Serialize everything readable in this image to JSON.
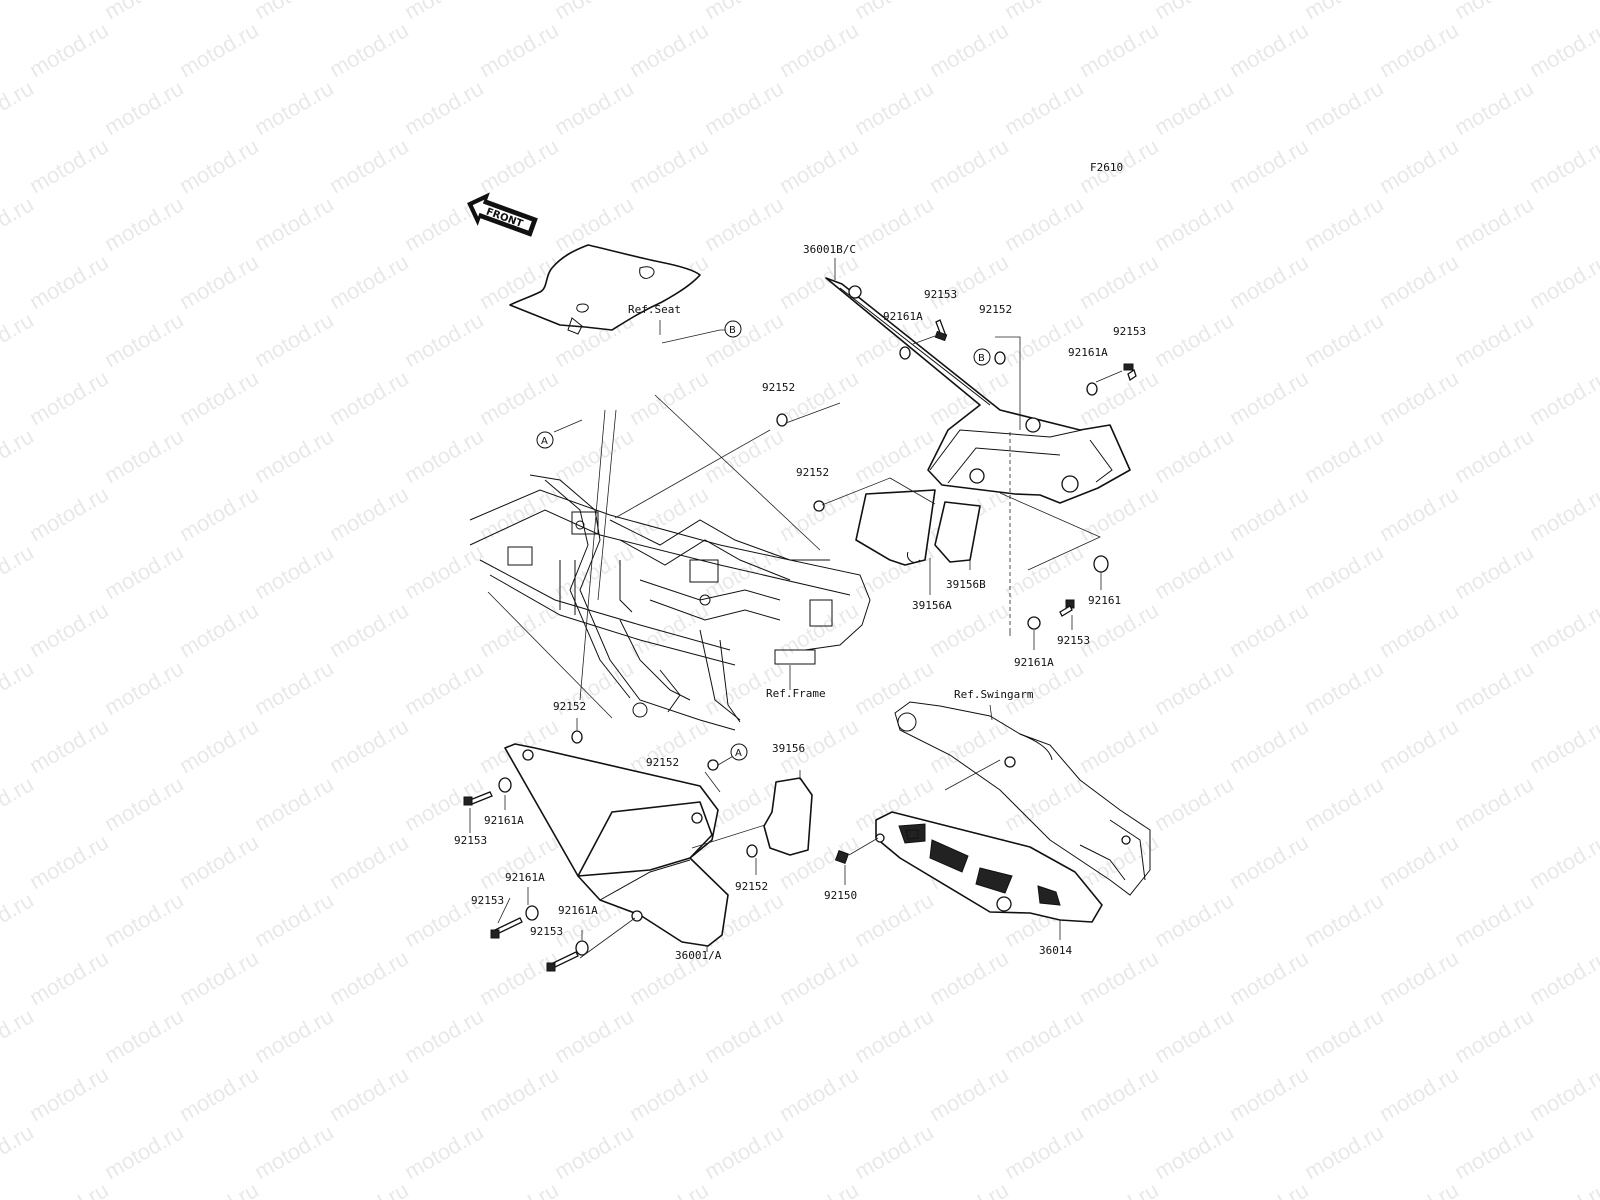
{
  "watermark": {
    "text": "motod.ru"
  },
  "figure_code": "F2610",
  "front_indicator": "FRONT",
  "reference_labels": {
    "seat": "Ref.Seat",
    "frame": "Ref.Frame",
    "swingarm": "Ref.Swingarm"
  },
  "ref_markers": {
    "a": "A",
    "b": "B"
  },
  "part_labels": {
    "p36001bc": "36001B/C",
    "p92153_top_left": "92153",
    "p92161a_top_left": "92161A",
    "p92152_top_right": "92152",
    "p92153_top_right": "92153",
    "p92161a_top_right": "92161A",
    "p92152_upper": "92152",
    "p92152_mid": "92152",
    "p39156a": "39156A",
    "p39156b": "39156B",
    "p92161": "92161",
    "p92153_right_lower": "92153",
    "p92161a_right_lower": "92161A",
    "p92152_left": "92152",
    "p92152_low_a": "92152",
    "p39156": "39156",
    "p92161a_left_1": "92161A",
    "p92153_left_1": "92153",
    "p92161a_left_2": "92161A",
    "p92153_left_2": "92153",
    "p92161a_left_3": "92161A",
    "p92153_left_3": "92153",
    "p92152_bottom": "92152",
    "p36001a": "36001/A",
    "p92150": "92150",
    "p36014": "36014"
  }
}
